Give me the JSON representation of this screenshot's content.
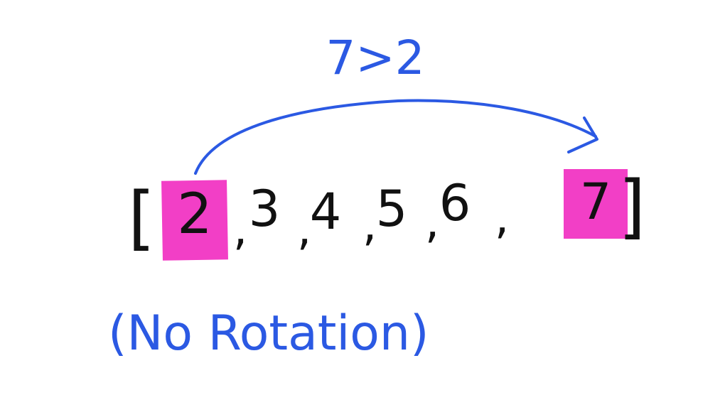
{
  "colors": {
    "ink_black": "#111111",
    "ink_blue": "#2b59e3",
    "highlight": "#f23fc6"
  },
  "condition": {
    "text": "7>2"
  },
  "array": {
    "open_bracket": "[",
    "close_bracket": "]",
    "elements": [
      {
        "value": "2",
        "highlighted": true
      },
      {
        "value": "3",
        "highlighted": false
      },
      {
        "value": "4",
        "highlighted": false
      },
      {
        "value": "5",
        "highlighted": false
      },
      {
        "value": "6",
        "highlighted": false
      },
      {
        "value": "7",
        "highlighted": true
      }
    ],
    "separator": ","
  },
  "caption": {
    "text": "(No Rotation)"
  }
}
